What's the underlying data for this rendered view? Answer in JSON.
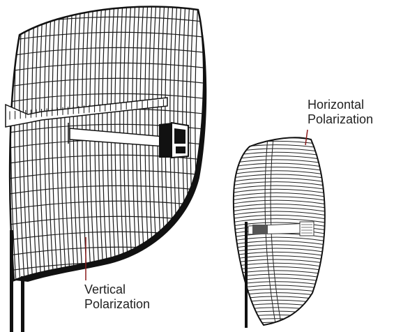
{
  "labels": {
    "horizontal_line1": "Horizontal",
    "horizontal_line2": "Polarization",
    "vertical_line1": "Vertical",
    "vertical_line2": "Polarization"
  },
  "colors": {
    "drawing": "#111111",
    "leader_line": "#8b1a1a",
    "background": "#ffffff"
  }
}
